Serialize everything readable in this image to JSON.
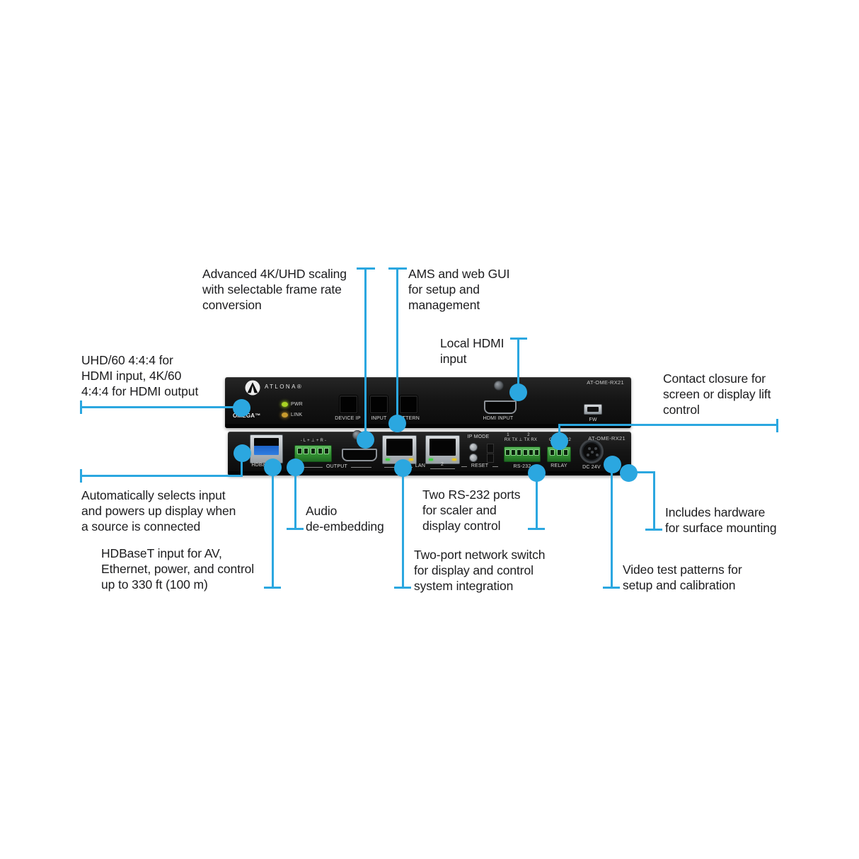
{
  "accent": "#2BA7E0",
  "device": {
    "brand": "ATLONA®",
    "front": {
      "series": "OMEGA™",
      "led_pwr": "PWR",
      "led_link": "LINK",
      "btn_device_ip": "DEVICE IP",
      "btn_input": "INPUT",
      "btn_pattern": "PATTERN",
      "hdmi_input": "HDMI INPUT",
      "fw": "FW",
      "model": "AT-OME-RX21"
    },
    "rear": {
      "hdbaset": "HDBaseT IN",
      "output_pins": "- L +  ⊥  + R -",
      "output": "OUTPUT",
      "lan": "LAN",
      "lan2": "2",
      "ip_mode": "IP MODE",
      "reset": "RESET",
      "rs232_pin1": "1",
      "rs232_pin2": "2",
      "rs232_pins": "RX TX ⊥ TX RX",
      "rs232": "RS-232",
      "relay_c1": "C1",
      "relay_c2": "C2",
      "relay": "RELAY",
      "power": "DC 24V",
      "model": "AT-OME-RX21"
    }
  },
  "callouts": {
    "advanced_scaling": {
      "lines": [
        "Advanced 4K/UHD scaling",
        "with selectable frame rate",
        "conversion"
      ]
    },
    "ams_web_gui": {
      "lines": [
        "AMS and web GUI",
        "for setup and",
        "management"
      ]
    },
    "local_hdmi": {
      "lines": [
        "Local HDMI",
        "input"
      ]
    },
    "uhd60": {
      "lines": [
        "UHD/60 4:4:4 for",
        "HDMI input, 4K/60",
        "4:4:4 for HDMI output"
      ]
    },
    "contact_closure": {
      "lines": [
        "Contact closure for",
        "screen or display lift",
        "control"
      ]
    },
    "auto_input": {
      "lines": [
        "Automatically selects input",
        "and powers up display when",
        "a source is connected"
      ]
    },
    "audio_deembed": {
      "lines": [
        "Audio",
        "de-embedding"
      ]
    },
    "rs232_ports": {
      "lines": [
        "Two RS-232 ports",
        "for scaler and",
        "display control"
      ]
    },
    "hdbaset_input": {
      "lines": [
        "HDBaseT input for AV,",
        "Ethernet, power, and control",
        "up to 330 ft (100 m)"
      ]
    },
    "network_switch": {
      "lines": [
        "Two-port network switch",
        "for display and control",
        "system integration"
      ]
    },
    "video_test": {
      "lines": [
        "Video test patterns for",
        "setup and calibration"
      ]
    },
    "surface_mount": {
      "lines": [
        "Includes hardware",
        "for surface mounting"
      ]
    }
  }
}
